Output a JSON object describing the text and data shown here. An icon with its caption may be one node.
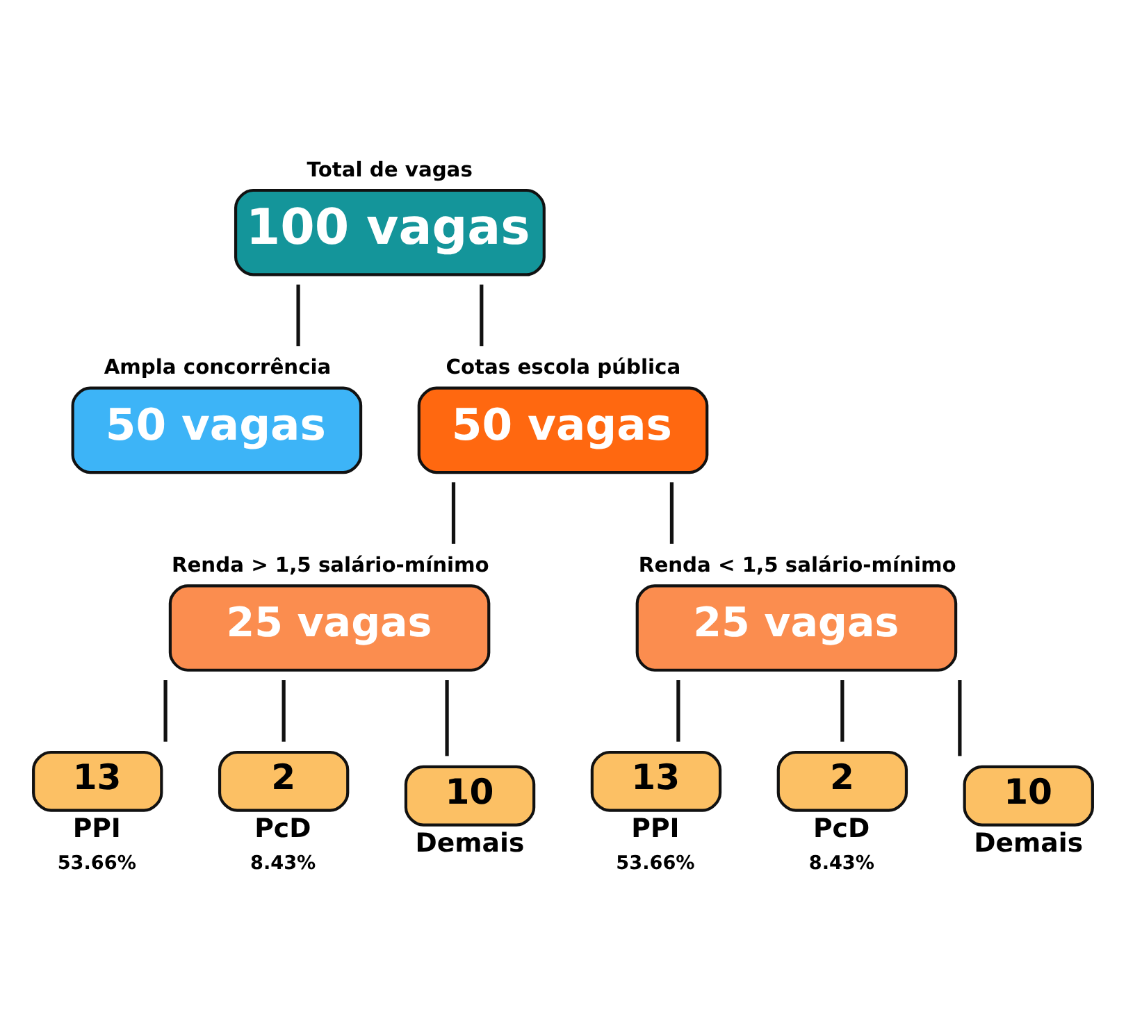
{
  "diagram": {
    "nodes": [
      {
        "text": [
          "Total de vagas",
          "100 vagas"
        ]
      },
      {
        "text": [
          "Ampla concorrência",
          "50 vagas"
        ]
      },
      {
        "text": [
          "Cotas escola pública",
          "50 vagas"
        ]
      },
      {
        "text": [
          "Renda > 1,5 salário-mínimo",
          "25 vagas"
        ]
      },
      {
        "text": [
          "Renda < 1,5 salário-mínimo",
          "25 vagas"
        ]
      },
      {
        "text": [
          "13"
        ],
        "beside": [
          "PPI",
          "53.66%"
        ]
      },
      {
        "text": [
          "2"
        ],
        "beside": [
          "PcD",
          "8.43%"
        ]
      },
      {
        "text": [
          "10"
        ],
        "beside": [
          "Demais"
        ]
      },
      {
        "text": [
          "13"
        ],
        "beside": [
          "PPI",
          "53.66%"
        ]
      },
      {
        "text": [
          "2"
        ],
        "beside": [
          "PcD",
          "8.43%"
        ]
      },
      {
        "text": [
          "10"
        ],
        "beside": [
          "Demais"
        ]
      }
    ],
    "edges": [
      {
        "from": 0,
        "to": 1,
        "arrow": "none"
      },
      {
        "from": 0,
        "to": 2,
        "arrow": "none"
      },
      {
        "from": 2,
        "to": 3,
        "arrow": "none"
      },
      {
        "from": 2,
        "to": 4,
        "arrow": "none"
      },
      {
        "from": 3,
        "to": 5,
        "arrow": "none"
      },
      {
        "from": 3,
        "to": 6,
        "arrow": "none"
      },
      {
        "from": 3,
        "to": 7,
        "arrow": "none"
      },
      {
        "from": 4,
        "to": 8,
        "arrow": "none"
      },
      {
        "from": 4,
        "to": 9,
        "arrow": "none"
      },
      {
        "from": 4,
        "to": 10,
        "arrow": "none"
      }
    ]
  }
}
